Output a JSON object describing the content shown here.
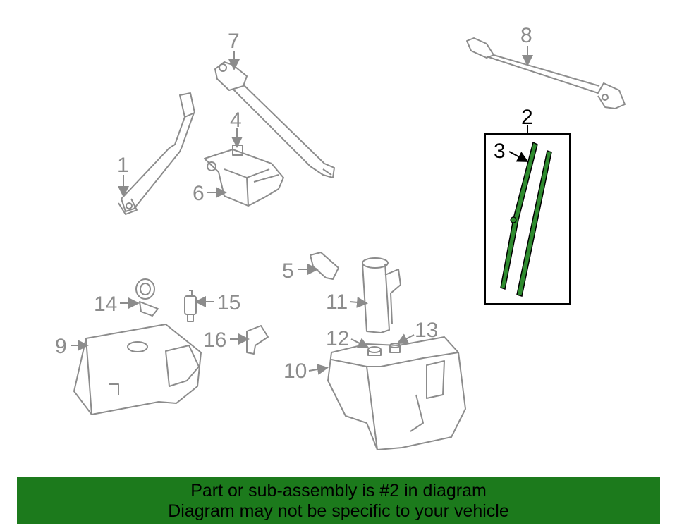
{
  "diagram": {
    "callouts": [
      {
        "id": "1",
        "label": "1"
      },
      {
        "id": "2",
        "label": "2"
      },
      {
        "id": "3",
        "label": "3"
      },
      {
        "id": "4",
        "label": "4"
      },
      {
        "id": "5",
        "label": "5"
      },
      {
        "id": "6",
        "label": "6"
      },
      {
        "id": "7",
        "label": "7"
      },
      {
        "id": "8",
        "label": "8"
      },
      {
        "id": "9",
        "label": "9"
      },
      {
        "id": "10",
        "label": "10"
      },
      {
        "id": "11",
        "label": "11"
      },
      {
        "id": "12",
        "label": "12"
      },
      {
        "id": "13",
        "label": "13"
      },
      {
        "id": "14",
        "label": "14"
      },
      {
        "id": "15",
        "label": "15"
      },
      {
        "id": "16",
        "label": "16"
      }
    ],
    "highlighted_part": "2",
    "colors": {
      "line": "#8c8c8c",
      "highlight": "#2e8b2e",
      "box": "#000000",
      "banner": "#1c7a1c"
    }
  },
  "banner": {
    "line1": "Part or sub-assembly is #2 in diagram",
    "line2": "Diagram may not be specific to your vehicle"
  }
}
